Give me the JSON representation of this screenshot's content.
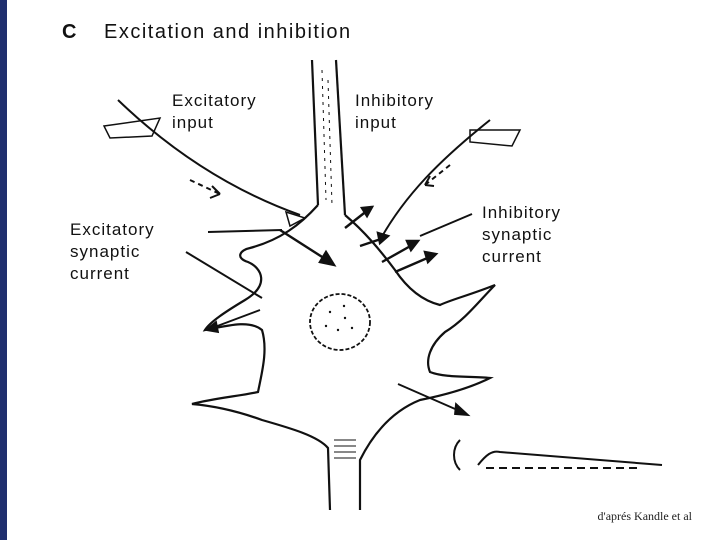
{
  "figure": {
    "panel_letter": "C",
    "title": "Excitation and inhibition",
    "labels": {
      "excitatory_input": [
        "Excitatory",
        "input"
      ],
      "inhibitory_input": [
        "Inhibitory",
        "input"
      ],
      "excitatory_current": [
        "Excitatory",
        "synaptic",
        "current"
      ],
      "inhibitory_current": [
        "Inhibitory",
        "synaptic",
        "current"
      ]
    },
    "credit": "d'aprés Kandle et al"
  },
  "colors": {
    "frame_bar": "#1f2f6e",
    "ink": "#111111"
  }
}
